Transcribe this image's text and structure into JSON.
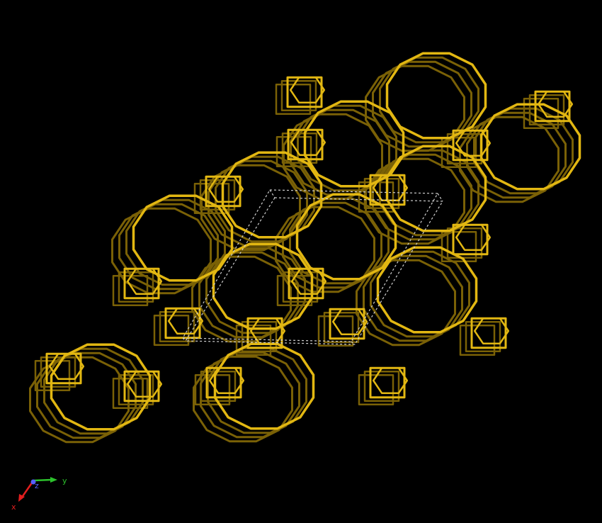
{
  "viewer": {
    "background_color": "#000000",
    "framework_color": "#e2b712",
    "framework_dark_color": "#7a6106",
    "cell_outline_color": "#cfcfcf"
  },
  "axes": {
    "x": {
      "label": "x",
      "color": "#e21e1e"
    },
    "y": {
      "label": "y",
      "color": "#2cc22c"
    },
    "z": {
      "label": "z",
      "color": "#5560ff"
    }
  }
}
